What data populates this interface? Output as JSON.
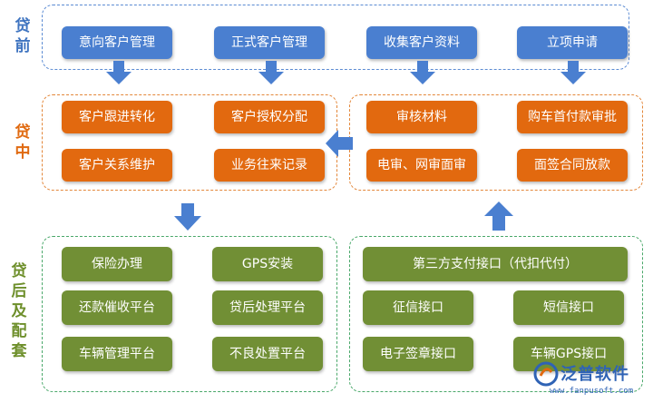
{
  "stages": {
    "pre": [
      "贷",
      "前"
    ],
    "mid": [
      "贷",
      "中"
    ],
    "post": [
      "贷",
      "后",
      "及",
      "配",
      "套"
    ]
  },
  "pre_loan": {
    "boxes": [
      "意向客户管理",
      "正式客户管理",
      "收集客户资料",
      "立项申请"
    ]
  },
  "mid_loan": {
    "left_boxes": [
      "客户跟进转化",
      "客户授权分配",
      "客户关系维护",
      "业务往来记录"
    ],
    "right_boxes": [
      "审核材料",
      "购车首付款审批",
      "电审、网审面审",
      "面签合同放款"
    ]
  },
  "post_loan": {
    "left_boxes": [
      "保险办理",
      "GPS安装",
      "还款催收平台",
      "贷后处理平台",
      "车辆管理平台",
      "不良处置平台"
    ],
    "right_boxes": [
      "第三方支付接口（代扣代付）",
      "征信接口",
      "短信接口",
      "电子签章接口",
      "车辆GPS接口"
    ]
  },
  "colors": {
    "pre": "#4a7fd0",
    "mid": "#e2690f",
    "post": "#718f35"
  },
  "logo": {
    "name": "泛普软件",
    "url": "www.fanpusoft.com"
  }
}
